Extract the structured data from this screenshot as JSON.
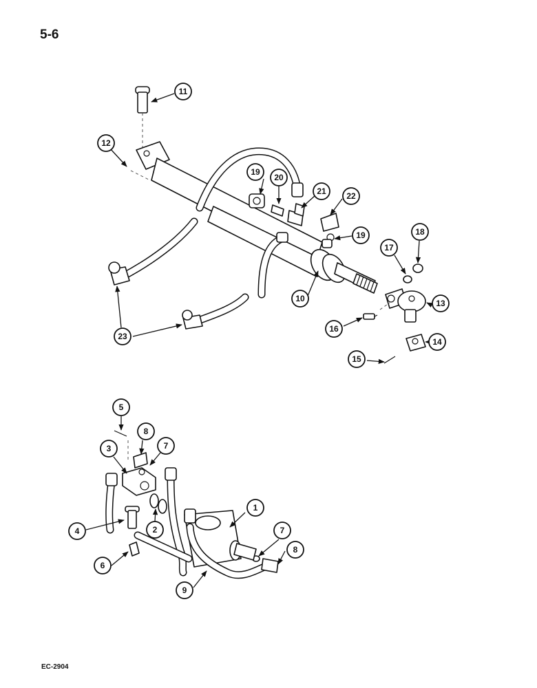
{
  "page_number": "5-6",
  "figure_code": "EC-2904",
  "callouts": {
    "c11": "11",
    "c12": "12",
    "c19a": "19",
    "c20": "20",
    "c21": "21",
    "c22": "22",
    "c19b": "19",
    "c18": "18",
    "c17": "17",
    "c10": "10",
    "c13": "13",
    "c16": "16",
    "c14": "14",
    "c15": "15",
    "c23": "23",
    "c5": "5",
    "c8a": "8",
    "c3": "3",
    "c7a": "7",
    "c1": "1",
    "c4": "4",
    "c2": "2",
    "c7b": "7",
    "c8b": "8",
    "c6": "6",
    "c9": "9"
  }
}
